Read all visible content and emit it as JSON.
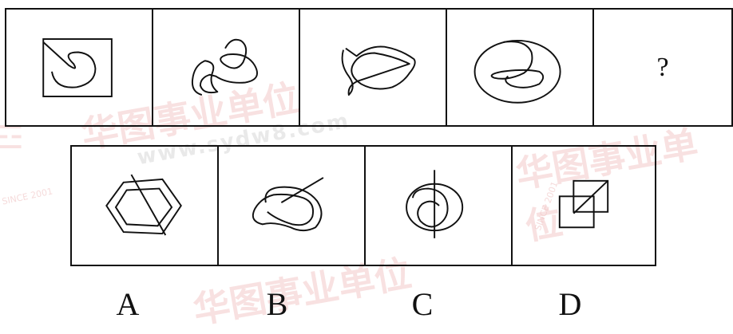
{
  "question_row": {
    "panels": [
      {
        "figure": "square-with-curl"
      },
      {
        "figure": "tangled-curve"
      },
      {
        "figure": "crossing-loops"
      },
      {
        "figure": "ellipse-with-curl"
      },
      {
        "placeholder": "?"
      }
    ]
  },
  "options": [
    {
      "label": "A",
      "figure": "hexagons-with-line"
    },
    {
      "label": "B",
      "figure": "loop-with-line"
    },
    {
      "label": "C",
      "figure": "circle-spiral-with-line"
    },
    {
      "label": "D",
      "figure": "two-squares-with-diagonal"
    }
  ],
  "watermark": {
    "brand": "华图事业单位",
    "url": "www.sydw8.com",
    "since": "SINCE 2001"
  }
}
